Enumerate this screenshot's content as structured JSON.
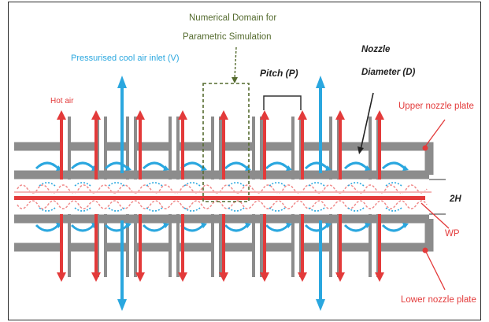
{
  "diagram": {
    "title_label": "Numerical Domain for\nParametric Simulation",
    "labels": {
      "cool_inlet": "Pressurised cool air inlet (V)",
      "hot_air": "Hot air",
      "pitch": "Pitch (P)",
      "nozzle_diameter": "Nozzle\nDiameter (D)",
      "upper_plate": "Upper nozzle plate",
      "gap": "2H",
      "wp": "WP",
      "lower_plate": "Lower nozzle plate"
    },
    "colors": {
      "plate": "#8c8c8c",
      "cool": "#2aa7df",
      "hot": "#e33a3a",
      "domain_box": "#556b2f",
      "label_red": "#e33a3a",
      "label_blue": "#2aa7df"
    }
  }
}
